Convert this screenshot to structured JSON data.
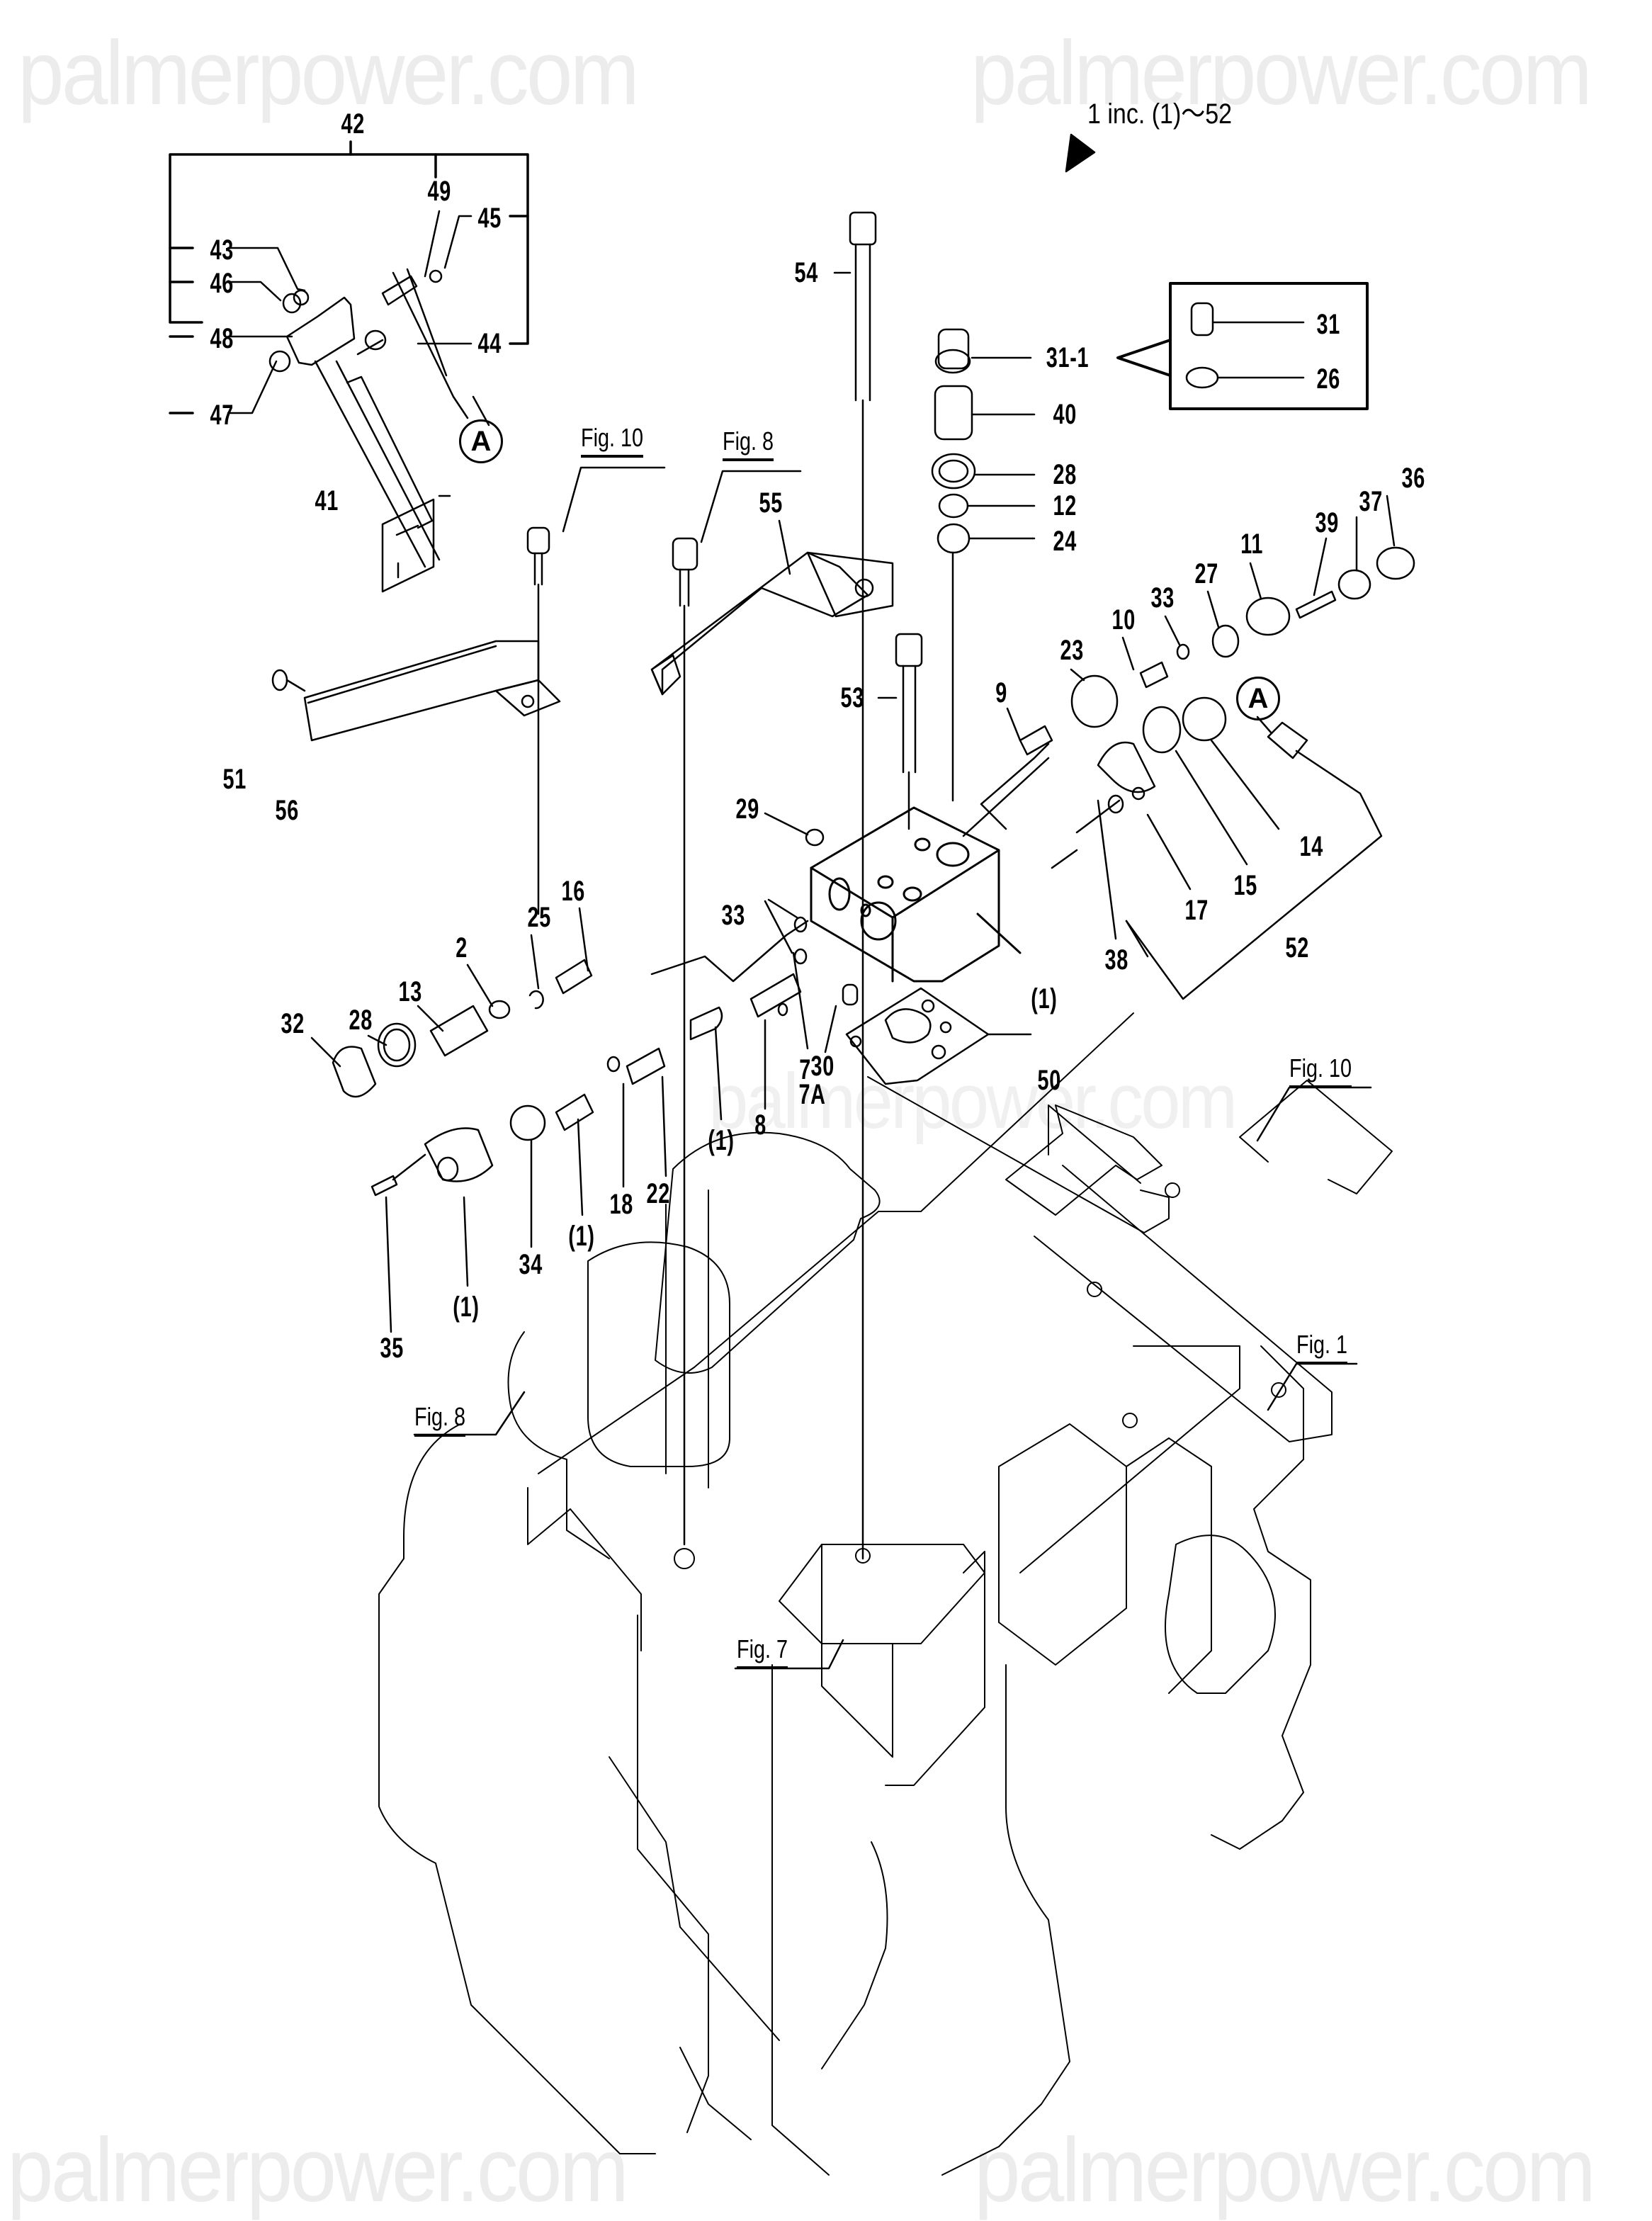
{
  "watermark": {
    "text": "palmerpower.com",
    "color": "#ececec"
  },
  "header": {
    "assembly_note": "1 inc. (1)～52"
  },
  "figure_refs": {
    "fig10_top": "Fig. 10",
    "fig8_top": "Fig. 8",
    "fig10_right": "Fig. 10",
    "fig8_left": "Fig. 8",
    "fig1": "Fig. 1",
    "fig7": "Fig. 7"
  },
  "callouts": {
    "circle_a": "A",
    "p42": "42",
    "p49": "49",
    "p45": "45",
    "p43": "43",
    "p46": "46",
    "p48": "48",
    "p44": "44",
    "p47": "47",
    "p41": "41",
    "p55": "55",
    "p54": "54",
    "p53": "53",
    "p51": "51",
    "p56": "56",
    "p29": "29",
    "p31_1": "31-1",
    "p31": "31",
    "p26": "26",
    "p40": "40",
    "p28_top": "28",
    "p12": "12",
    "p24": "24",
    "p36": "36",
    "p37": "37",
    "p39": "39",
    "p11": "11",
    "p27": "27",
    "p33_top": "33",
    "p10": "10",
    "p23": "23",
    "p9": "9",
    "p14": "14",
    "p15": "15",
    "p17": "17",
    "p52": "52",
    "p38": "38",
    "p33_mid": "33",
    "p16": "16",
    "p25": "25",
    "p2": "2",
    "p13": "13",
    "p28_left": "28",
    "p32": "32",
    "p1_block": "(1)",
    "p30": "30",
    "p7": "7",
    "p7a": "7A",
    "p8": "8",
    "p1_sleeve": "(1)",
    "p50": "50",
    "p22": "22",
    "p18": "18",
    "p1_plug": "(1)",
    "p34": "34",
    "p1_cover": "(1)",
    "p35": "35"
  }
}
